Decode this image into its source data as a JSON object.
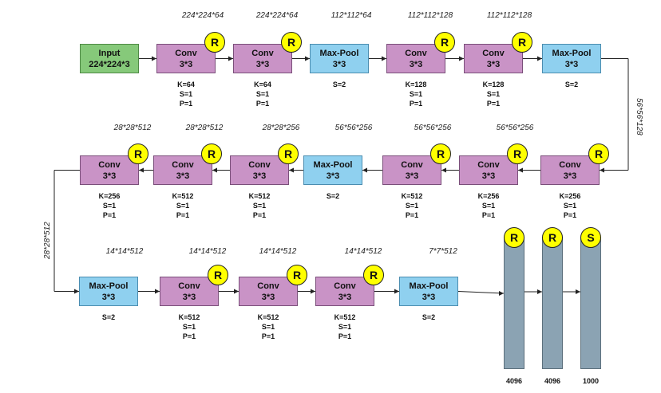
{
  "input": {
    "title": "Input",
    "size": "224*224*3"
  },
  "row1": {
    "dims": [
      "224*224*64",
      "224*224*64",
      "112*112*64",
      "112*112*128",
      "112*112*128"
    ],
    "blocks": [
      {
        "title": "Conv",
        "kernel": "3*3",
        "badge": "R",
        "params": [
          "K=64",
          "S=1",
          "P=1"
        ]
      },
      {
        "title": "Conv",
        "kernel": "3*3",
        "badge": "R",
        "params": [
          "K=64",
          "S=1",
          "P=1"
        ]
      },
      {
        "title": "Max-Pool",
        "kernel": "3*3",
        "params": [
          "S=2"
        ]
      },
      {
        "title": "Conv",
        "kernel": "3*3",
        "badge": "R",
        "params": [
          "K=128",
          "S=1",
          "P=1"
        ]
      },
      {
        "title": "Conv",
        "kernel": "3*3",
        "badge": "R",
        "params": [
          "K=128",
          "S=1",
          "P=1"
        ]
      },
      {
        "title": "Max-Pool",
        "kernel": "3*3",
        "params": [
          "S=2"
        ]
      }
    ]
  },
  "side_dims": {
    "right": "56*56*128",
    "left": "28*28*512"
  },
  "row2": {
    "dims": [
      "28*28*512",
      "28*28*512",
      "28*28*256",
      "56*56*256",
      "56*56*256",
      "56*56*256"
    ],
    "blocks": [
      {
        "title": "Conv",
        "kernel": "3*3",
        "badge": "R",
        "params": [
          "K=256",
          "S=1",
          "P=1"
        ]
      },
      {
        "title": "Conv",
        "kernel": "3*3",
        "badge": "R",
        "params": [
          "K=512",
          "S=1",
          "P=1"
        ]
      },
      {
        "title": "Conv",
        "kernel": "3*3",
        "badge": "R",
        "params": [
          "K=512",
          "S=1",
          "P=1"
        ]
      },
      {
        "title": "Max-Pool",
        "kernel": "3*3",
        "params": [
          "S=2"
        ]
      },
      {
        "title": "Conv",
        "kernel": "3*3",
        "badge": "R",
        "params": [
          "K=512",
          "S=1",
          "P=1"
        ]
      },
      {
        "title": "Conv",
        "kernel": "3*3",
        "badge": "R",
        "params": [
          "K=256",
          "S=1",
          "P=1"
        ]
      },
      {
        "title": "Conv",
        "kernel": "3*3",
        "badge": "R",
        "params": [
          "K=256",
          "S=1",
          "P=1"
        ]
      }
    ]
  },
  "row3": {
    "dims": [
      "14*14*512",
      "14*14*512",
      "14*14*512",
      "14*14*512",
      "7*7*512"
    ],
    "blocks": [
      {
        "title": "Max-Pool",
        "kernel": "3*3",
        "params": [
          "S=2"
        ]
      },
      {
        "title": "Conv",
        "kernel": "3*3",
        "badge": "R",
        "params": [
          "K=512",
          "S=1",
          "P=1"
        ]
      },
      {
        "title": "Conv",
        "kernel": "3*3",
        "badge": "R",
        "params": [
          "K=512",
          "S=1",
          "P=1"
        ]
      },
      {
        "title": "Conv",
        "kernel": "3*3",
        "badge": "R",
        "params": [
          "K=512",
          "S=1",
          "P=1"
        ]
      },
      {
        "title": "Max-Pool",
        "kernel": "3*3",
        "params": [
          "S=2"
        ]
      }
    ]
  },
  "fc": [
    {
      "badge": "R",
      "label": "4096"
    },
    {
      "badge": "R",
      "label": "4096"
    },
    {
      "badge": "S",
      "label": "1000"
    }
  ]
}
